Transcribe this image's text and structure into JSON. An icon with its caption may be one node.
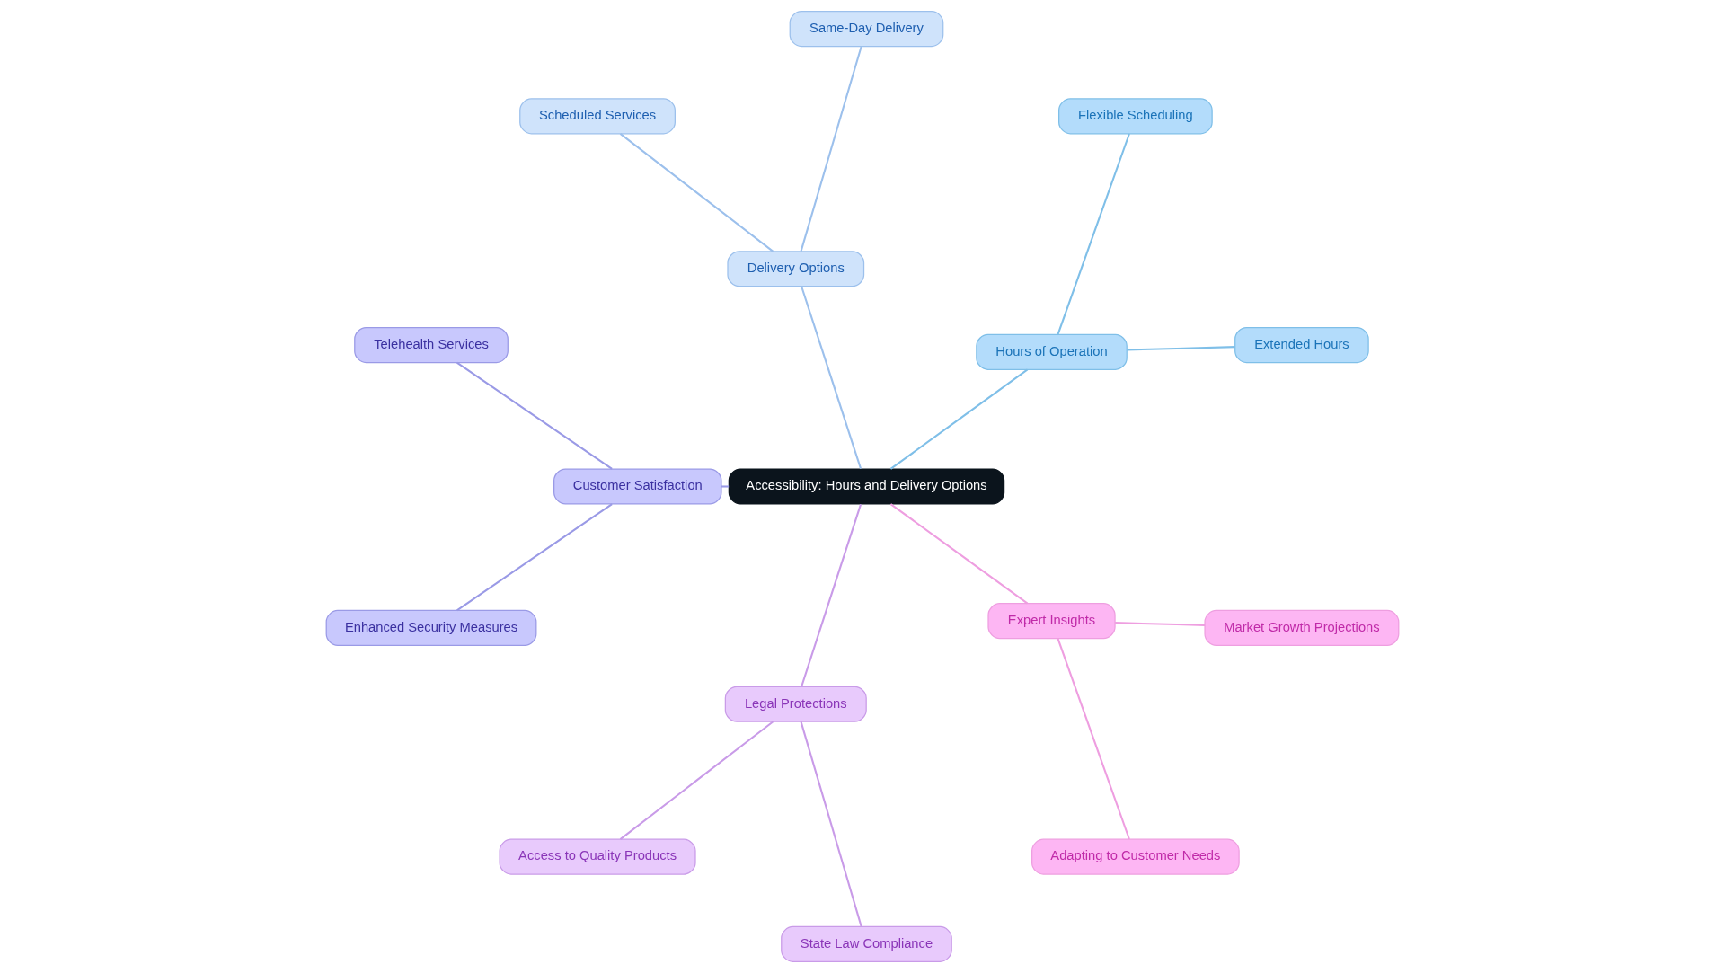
{
  "diagram": {
    "nodes": [
      {
        "text": [
          "Accessibility: Hours and Delivery Options"
        ]
      },
      {
        "text": [
          "Hours of Operation"
        ]
      },
      {
        "text": [
          "Extended Hours"
        ]
      },
      {
        "text": [
          "Flexible Scheduling"
        ]
      },
      {
        "text": [
          "Delivery Options"
        ]
      },
      {
        "text": [
          "Same-Day Delivery"
        ]
      },
      {
        "text": [
          "Scheduled Services"
        ]
      },
      {
        "text": [
          "Customer Satisfaction"
        ]
      },
      {
        "text": [
          "Telehealth Services"
        ]
      },
      {
        "text": [
          "Enhanced Security Measures"
        ]
      },
      {
        "text": [
          "Legal Protections"
        ]
      },
      {
        "text": [
          "Access to Quality Products"
        ]
      },
      {
        "text": [
          "State Law Compliance"
        ]
      },
      {
        "text": [
          "Expert Insights"
        ]
      },
      {
        "text": [
          "Adapting to Customer Needs"
        ]
      },
      {
        "text": [
          "Market Growth Projections"
        ]
      }
    ],
    "edges": [
      {
        "from": 0,
        "to": 1,
        "arrow": "none",
        "color": "#7fbfe8"
      },
      {
        "from": 1,
        "to": 2,
        "arrow": "none",
        "color": "#7fbfe8"
      },
      {
        "from": 1,
        "to": 3,
        "arrow": "none",
        "color": "#7fbfe8"
      },
      {
        "from": 0,
        "to": 4,
        "arrow": "none",
        "color": "#9cc0ec"
      },
      {
        "from": 4,
        "to": 5,
        "arrow": "none",
        "color": "#9cc0ec"
      },
      {
        "from": 4,
        "to": 6,
        "arrow": "none",
        "color": "#9cc0ec"
      },
      {
        "from": 0,
        "to": 7,
        "arrow": "none",
        "color": "#9a9ae6"
      },
      {
        "from": 7,
        "to": 8,
        "arrow": "none",
        "color": "#9a9ae6"
      },
      {
        "from": 7,
        "to": 9,
        "arrow": "none",
        "color": "#9a9ae6"
      },
      {
        "from": 0,
        "to": 10,
        "arrow": "none",
        "color": "#c99be8"
      },
      {
        "from": 10,
        "to": 11,
        "arrow": "none",
        "color": "#c99be8"
      },
      {
        "from": 10,
        "to": 12,
        "arrow": "none",
        "color": "#c99be8"
      },
      {
        "from": 0,
        "to": 13,
        "arrow": "none",
        "color": "#ee9ee0"
      },
      {
        "from": 13,
        "to": 14,
        "arrow": "none",
        "color": "#ee9ee0"
      },
      {
        "from": 13,
        "to": 15,
        "arrow": "none",
        "color": "#ee9ee0"
      }
    ]
  }
}
